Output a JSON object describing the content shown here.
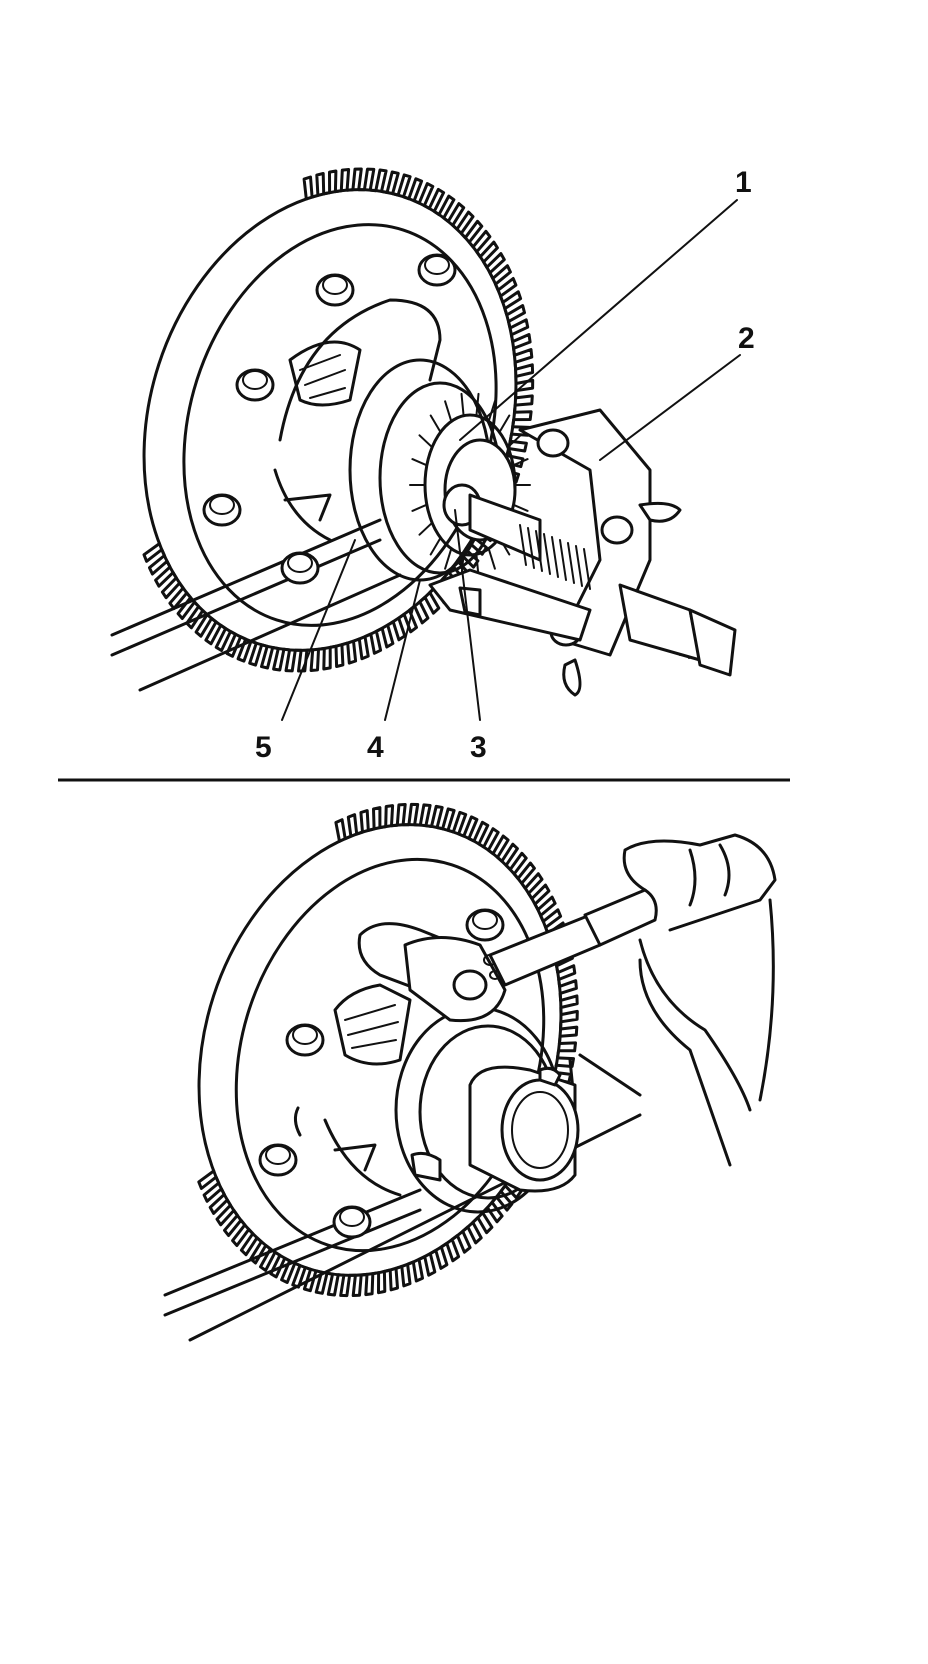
{
  "figure": {
    "callouts": [
      {
        "id": "1",
        "label": "1"
      },
      {
        "id": "2",
        "label": "2"
      },
      {
        "id": "3",
        "label": "3"
      },
      {
        "id": "4",
        "label": "4"
      },
      {
        "id": "5",
        "label": "5"
      }
    ]
  },
  "colors": {
    "ink": "#111111",
    "paper": "#ffffff"
  }
}
